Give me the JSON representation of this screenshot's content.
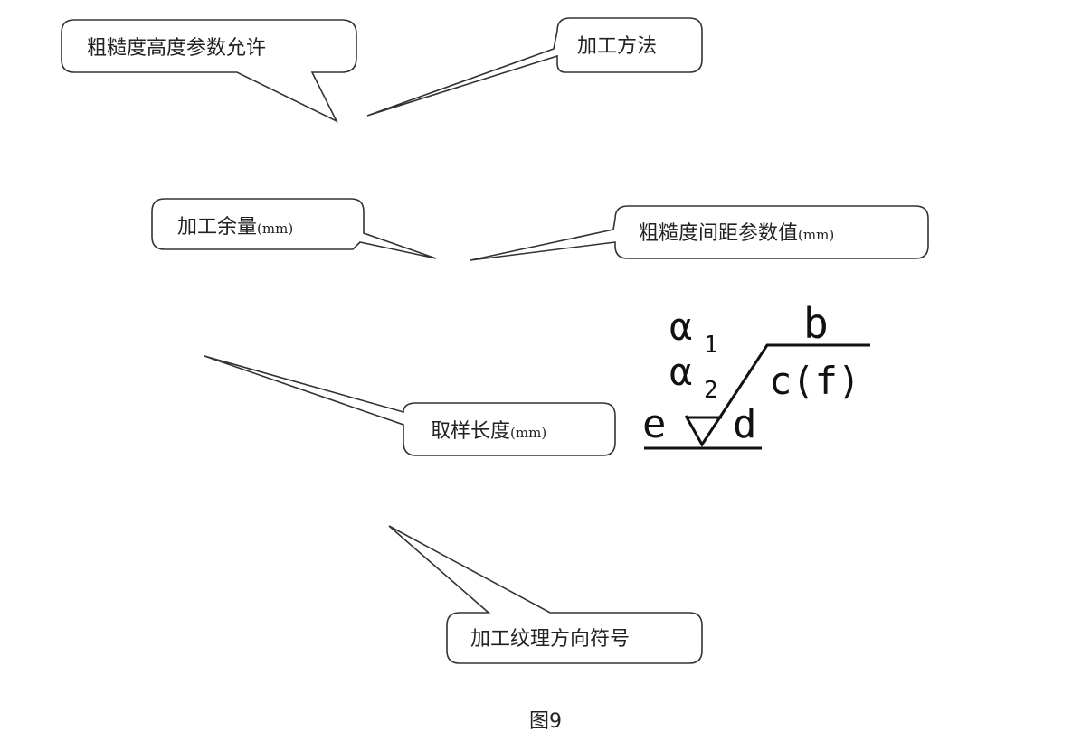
{
  "callouts": {
    "roughness_height": "粗糙度高度参数允许",
    "machining_method": "加工方法",
    "machining_allowance": "加工余量",
    "machining_allowance_unit": "(mm)",
    "roughness_spacing": "粗糙度间距参数值",
    "roughness_spacing_unit": "(mm)",
    "sampling_length": "取样长度",
    "sampling_length_unit": "(mm)",
    "lay_direction": "加工纹理方向符号"
  },
  "symbol": {
    "a1": "α",
    "a1_sub": "1",
    "a2": "α",
    "a2_sub": "2",
    "b": "b",
    "c": "c(f)",
    "d": "d",
    "e": "e"
  },
  "caption": "图9"
}
